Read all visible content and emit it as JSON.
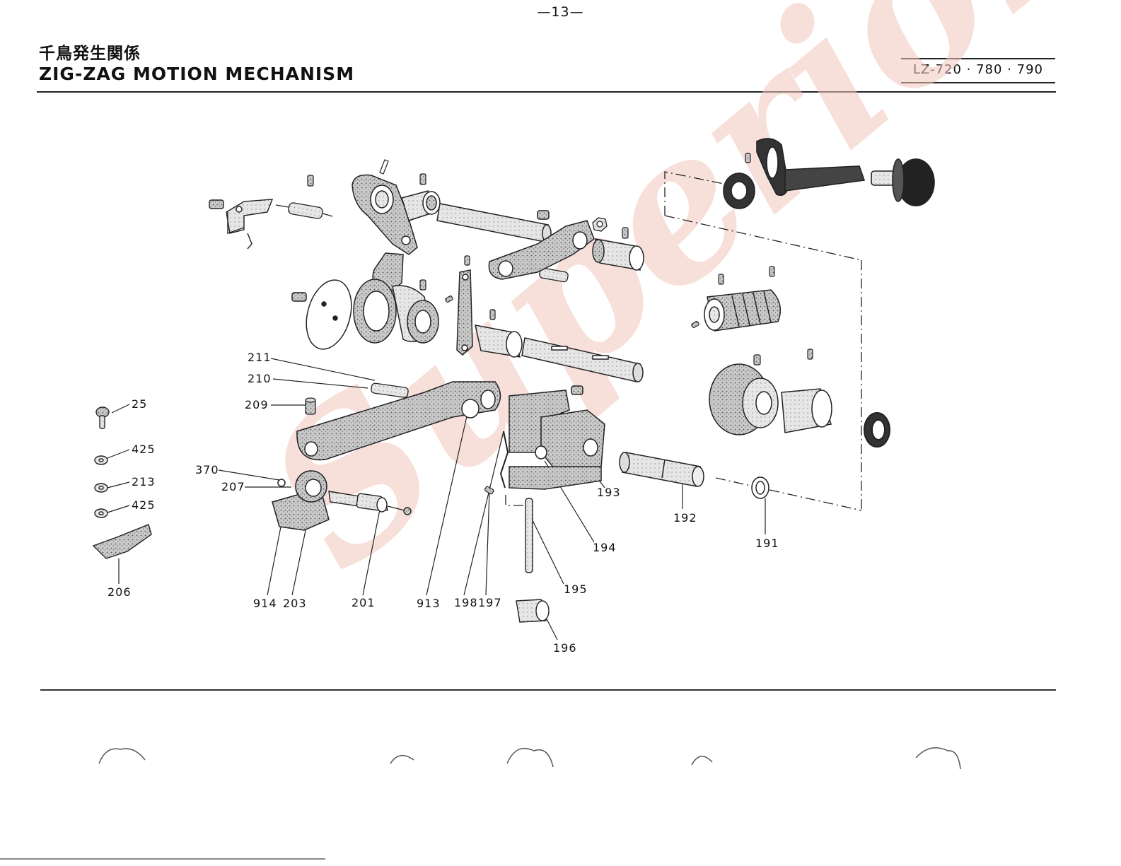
{
  "header": {
    "page_number": "—13—",
    "title_jp": "千鳥発生関係",
    "title_en": "ZIG-ZAG MOTION MECHANISM",
    "model": "LZ-720 · 780 · 790"
  },
  "watermark": "Superior",
  "part_labels": {
    "p25": "25",
    "p425a": "425",
    "p213": "213",
    "p425b": "425",
    "p206": "206",
    "p211": "211",
    "p210": "210",
    "p209": "209",
    "p370": "370",
    "p207": "207",
    "p914": "914",
    "p203": "203",
    "p201": "201",
    "p913": "913",
    "p198": "198",
    "p197": "197",
    "p193": "193",
    "p194": "194",
    "p195": "195",
    "p196": "196",
    "p192": "192",
    "p191": "191"
  }
}
